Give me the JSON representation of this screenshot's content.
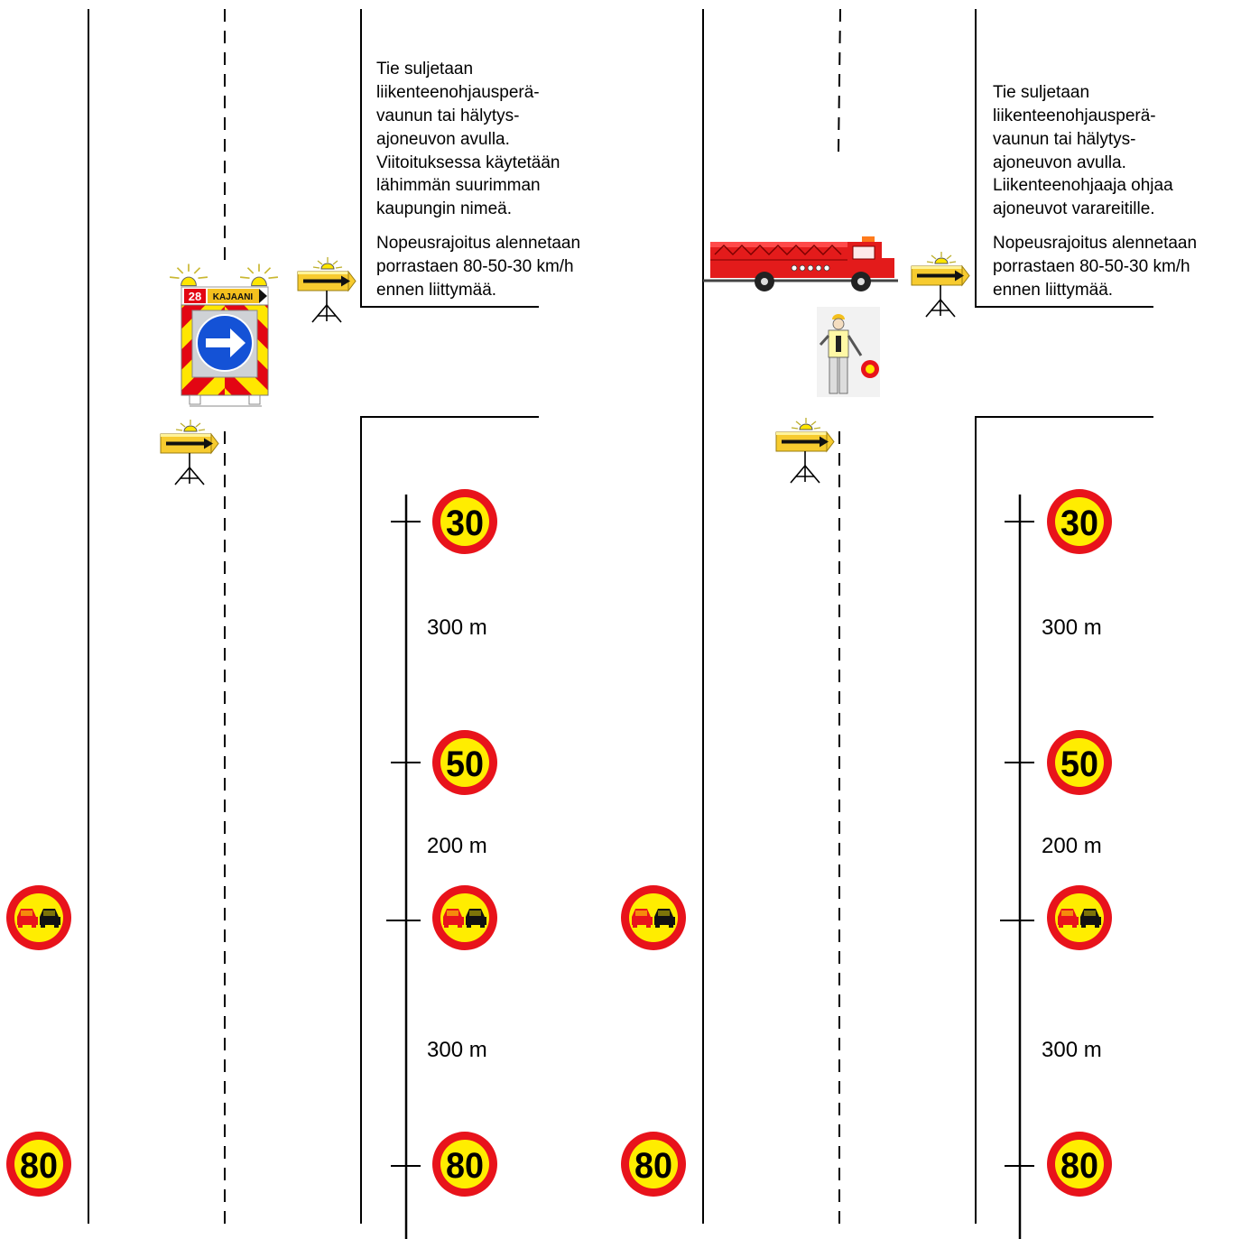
{
  "panels": [
    {
      "note": {
        "lines": [
          "Tie suljetaan",
          "liikenteenohjausperä-",
          "vaunun tai hälytys-",
          "ajoneuvon avulla.",
          "Viitoituksessa käytetään",
          "lähimmän suurimman",
          "kaupungin nimeä."
        ],
        "speed_lines": [
          "Nopeusrajoitus alennetaan",
          "porrastaen 80-50-30 km/h",
          "ennen liittymää."
        ]
      },
      "trailer": {
        "route_number": "28",
        "destination": "KAJAANI"
      },
      "signs": {
        "speed_30": "30",
        "speed_50": "50",
        "speed_80": "80"
      },
      "distances": {
        "d_30_50": "300 m",
        "d_50_overtake": "200 m",
        "d_overtake_80": "300 m"
      }
    },
    {
      "note": {
        "lines": [
          "Tie suljetaan",
          "liikenteenohjausperä-",
          "vaunun tai hälytys-",
          "ajoneuvon avulla.",
          "Liikenteenohjaaja ohjaa",
          "ajoneuvot varareitille."
        ],
        "speed_lines": [
          "Nopeusrajoitus alennetaan",
          "porrastaen 80-50-30 km/h",
          "ennen liittymää."
        ]
      },
      "signs": {
        "speed_30": "30",
        "speed_50": "50",
        "speed_80": "80"
      },
      "distances": {
        "d_30_50": "300 m",
        "d_50_overtake": "200 m",
        "d_overtake_80": "300 m"
      }
    }
  ],
  "colors": {
    "sign_red": "#e8131b",
    "sign_yellow": "#ffed00",
    "chevron_red": "#e30613",
    "blue_sign": "#1452d6",
    "fire_truck": "#e31b1b",
    "beacon_yellow": "#ffe600"
  },
  "icons": [
    "speed-limit-sign",
    "no-overtaking-sign",
    "arrow-board",
    "traffic-control-trailer",
    "fire-truck",
    "traffic-controller-person",
    "stop-paddle",
    "beacon-light"
  ]
}
